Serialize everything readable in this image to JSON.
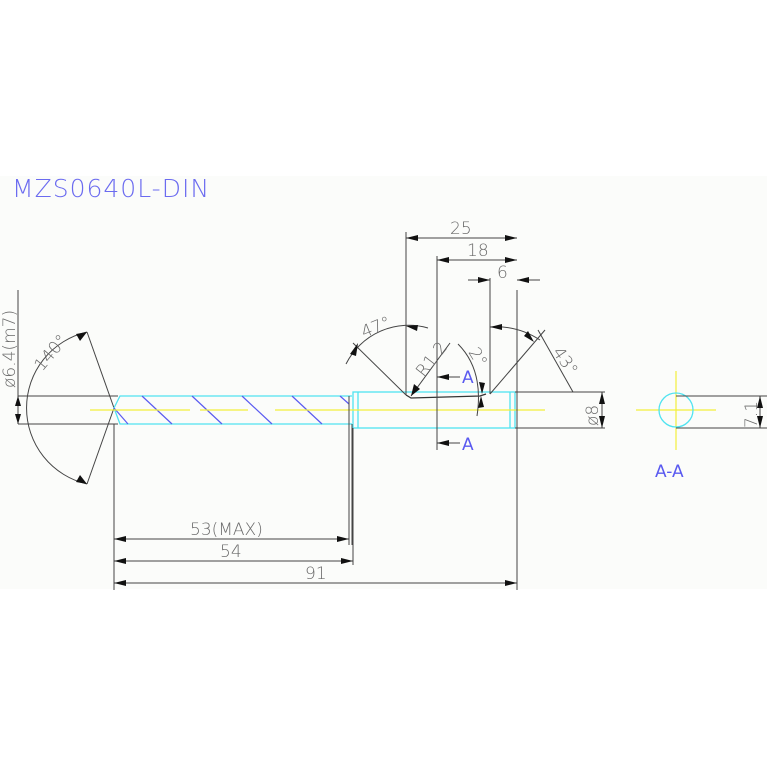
{
  "drawing": {
    "title": "MZS0640L-DIN",
    "section_label": "A-A",
    "section_marker": "A",
    "dimensions": {
      "shank_diameter": "ø6.4(m7)",
      "point_angle": "140°",
      "flute_length": "53(MAX)",
      "body_length": "54",
      "overall_length": "91",
      "neck_to_end": "25",
      "groove_to_end": "18",
      "collar_length": "6",
      "angle_left": "47°",
      "radius": "R1.2",
      "angle_small": "2°",
      "angle_right": "43°",
      "end_diameter": "ø8",
      "flat_height": "7.1"
    },
    "colors": {
      "title": "#6b6bf0",
      "outline": "#4fe3f0",
      "centerline": "#f2ef3a",
      "hatch": "#5b5bf0",
      "dimension": "#444444"
    }
  }
}
